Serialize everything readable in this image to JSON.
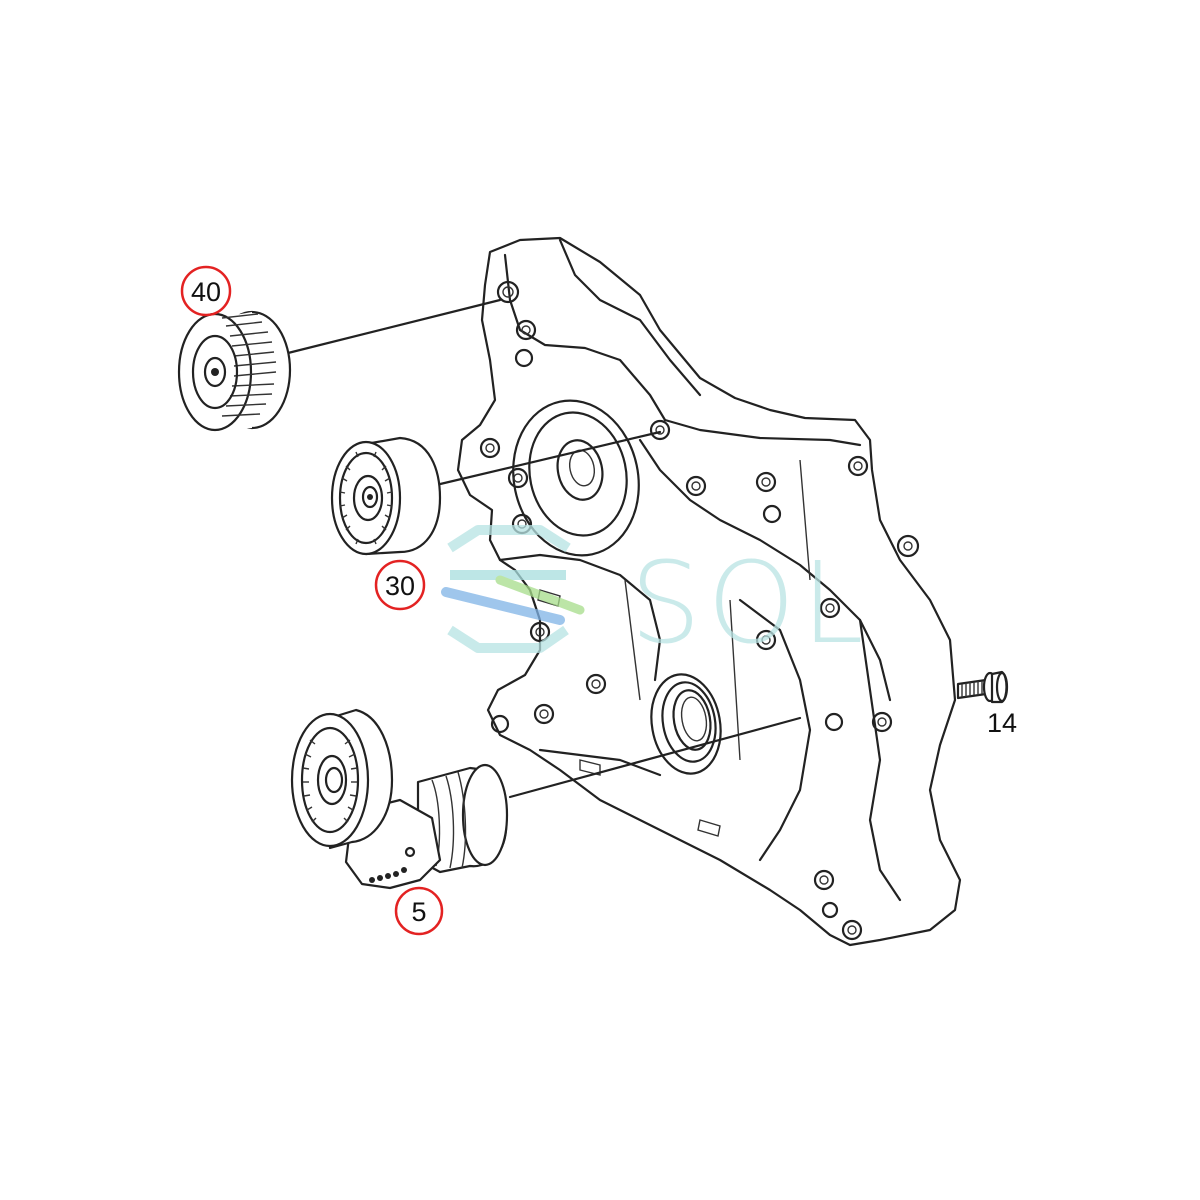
{
  "callouts": [
    {
      "id": "40",
      "highlighted": true
    },
    {
      "id": "30",
      "highlighted": true
    },
    {
      "id": "5",
      "highlighted": true
    },
    {
      "id": "14",
      "highlighted": false
    }
  ],
  "watermark": {
    "text": "SOL"
  },
  "colors": {
    "highlight_circle": "#e32222",
    "line_art": "#222222",
    "watermark_teal": "#a8dede",
    "watermark_blue": "#7fb3e6",
    "watermark_green": "#a6dd8a"
  }
}
